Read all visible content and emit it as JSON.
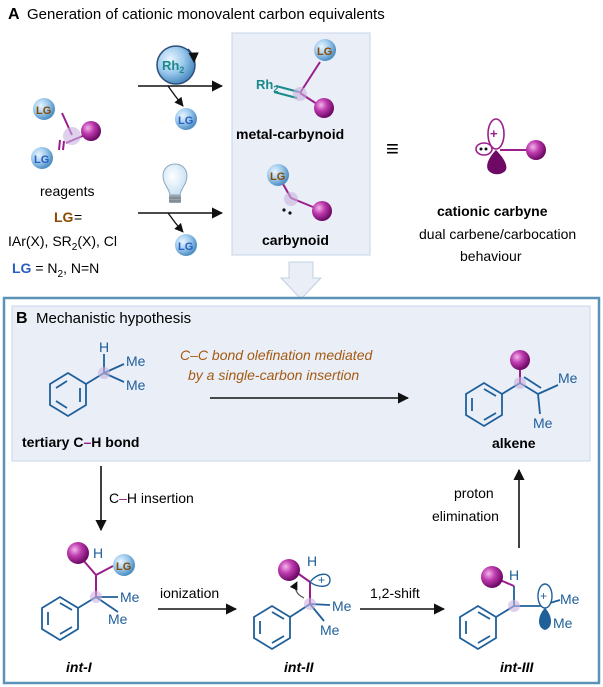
{
  "section_a": {
    "letter": "A",
    "title": "Generation of cationic monovalent carbon equivalents",
    "rh_label": "Rh",
    "rh_subscript": "2",
    "lg_label": "LG",
    "reagents_label": "reagents",
    "lg_definition_1": {
      "lg": "LG",
      "rest_line1": " =",
      "line2": "IAr(X), SR",
      "line2_sub": "2",
      "line2_rest": "(X), Cl"
    },
    "lg_definition_2": {
      "lg": "LG",
      "rest": " = N",
      "sub": "2",
      "tail": ", N=N"
    },
    "metal_carbynoid_label": "metal-carbynoid",
    "carbynoid_label": "carbynoid",
    "equiv_symbol": "≡",
    "carbyne_title": "cationic carbyne",
    "carbyne_line2": "dual carbene/carbocation",
    "carbyne_line3": "behaviour",
    "plus_symbol": "+"
  },
  "section_b": {
    "letter": "B",
    "title": "Mechanistic hypothesis",
    "h_label": "H",
    "me_label": "Me",
    "substrate_label": "tertiary C",
    "substrate_label_2": "H  bond",
    "arrow_text_line1": "C",
    "arrow_text_line1_b": "C bond  olefination  mediated",
    "arrow_text_line2": "by a single-carbon  insertion",
    "product_label": "alkene",
    "step_ch_insertion": "C",
    "step_ch_insertion_b": "H insertion",
    "step_ionization": "ionization",
    "step_shift": "1,2-shift",
    "step_proton_1": "proton",
    "step_proton_2": "elimination",
    "int_1": "int-I",
    "int_2": "int-II",
    "int_3": "int-III",
    "plus_symbol": "+"
  },
  "colors": {
    "accent_blue": "#4a8ab5",
    "frame_blue": "#5b93b8",
    "panel_bg": "#e9eef7",
    "bond_blue": "#1f5f9a",
    "lg_brown": "#8a4b00",
    "lg_blue": "#2a5fbf",
    "purple": "#9a1f8c",
    "teal": "#1a8a8a",
    "orange_text": "#a55a10"
  }
}
